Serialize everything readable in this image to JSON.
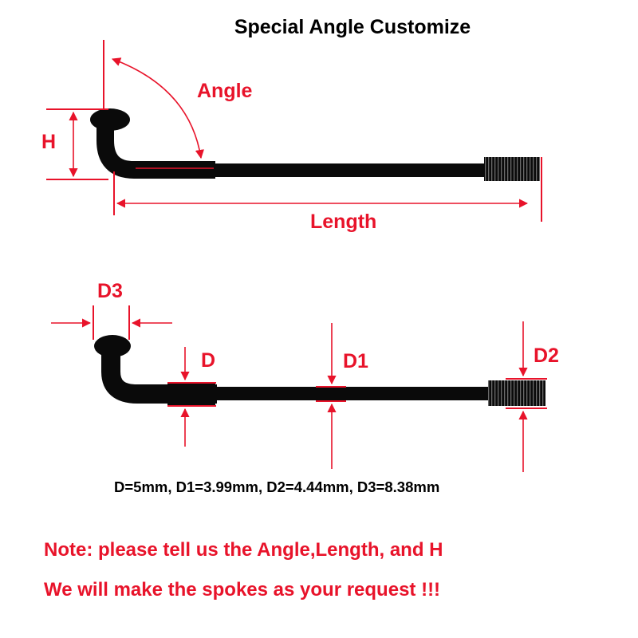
{
  "title": "Special Angle Customize",
  "labels": {
    "angle": "Angle",
    "h": "H",
    "length": "Length",
    "d3": "D3",
    "d": "D",
    "d1": "D1",
    "d2": "D2"
  },
  "specs": "D=5mm, D1=3.99mm, D2=4.44mm, D3=8.38mm",
  "notes": [
    "Note: please tell us the Angle,Length, and H",
    "We will make the spokes as your request !!!"
  ],
  "colors": {
    "accent": "#e8132a",
    "spoke": "#0a0a0a",
    "text": "#000000"
  }
}
